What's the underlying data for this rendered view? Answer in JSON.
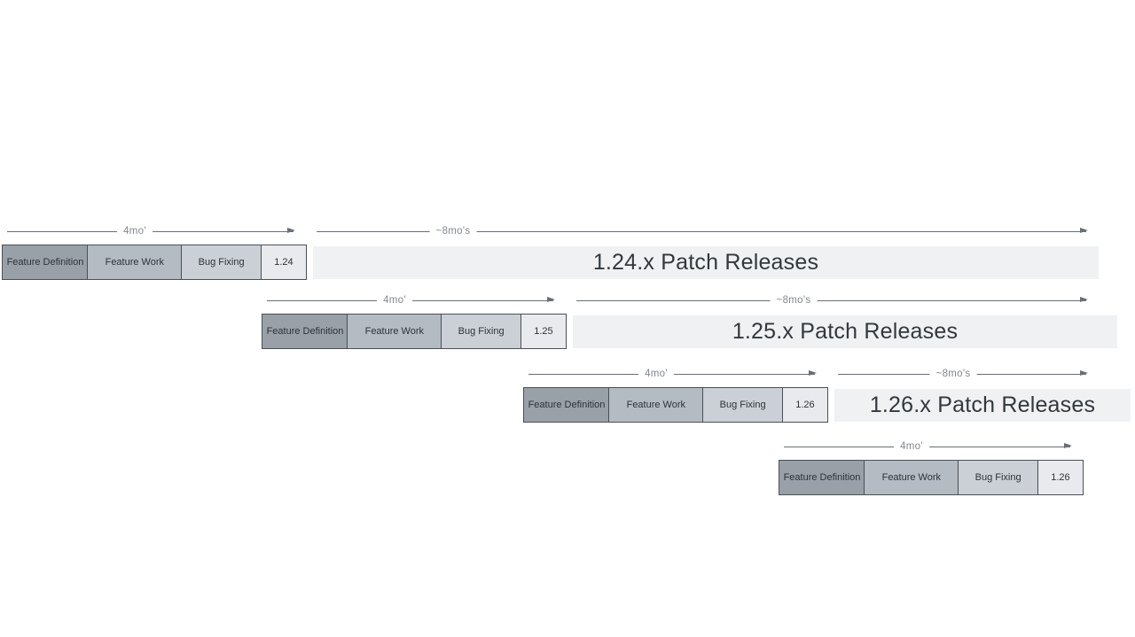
{
  "diagram": {
    "labels": {
      "cycle_duration": "4mo'",
      "patch_duration": "~8mo's",
      "phases": [
        "Feature Definition",
        "Feature Work",
        "Bug Fixing"
      ]
    },
    "rows": [
      {
        "version": "1.24",
        "patch_label": "1.24.x Patch Releases",
        "has_patch_bar": true
      },
      {
        "version": "1.25",
        "patch_label": "1.25.x Patch Releases",
        "has_patch_bar": true
      },
      {
        "version": "1.26",
        "patch_label": "1.26.x Patch Releases",
        "has_patch_bar": true
      },
      {
        "version": "1.26",
        "patch_label": "",
        "has_patch_bar": false
      }
    ]
  },
  "colors": {
    "phase_fill_feature_definition": "#99a0a8",
    "phase_fill_feature_work": "#b5bbc2",
    "phase_fill_bug_fixing": "#cbd0d6",
    "phase_fill_version": "#e8eaed",
    "box_border": "#4a5057",
    "box_text": "#2d3237",
    "bar_fill": "#eff1f3",
    "bar_text": "#33383e",
    "arrow": "#686f76",
    "arrow_label": "#82888f",
    "background": "#ffffff"
  }
}
